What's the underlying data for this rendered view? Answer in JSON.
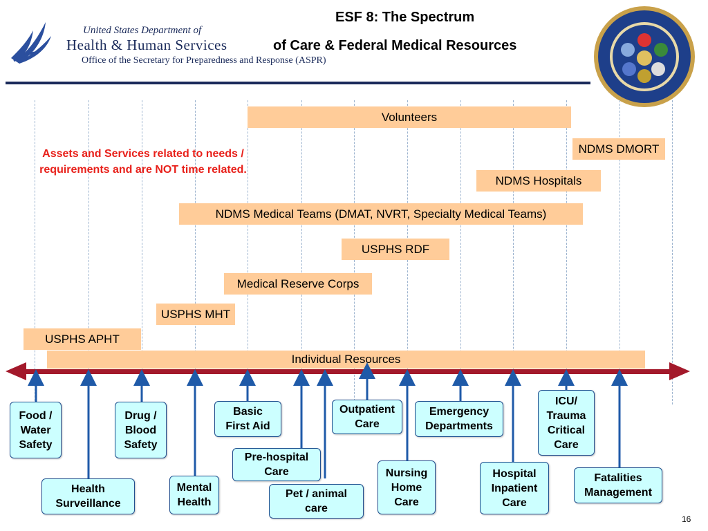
{
  "header": {
    "title_line1": "ESF 8:  The Spectrum",
    "title_line2": "of Care & Federal Medical Resources",
    "dept_line1": "United States Department of",
    "dept_line2": "Health & Human Services",
    "dept_line3": "Office of the Secretary for Preparedness and Response (ASPR)"
  },
  "note": "Assets and Services related to needs / requirements and are NOT time related.",
  "resources": [
    {
      "label": "Volunteers"
    },
    {
      "label": "NDMS DMORT"
    },
    {
      "label": "NDMS Hospitals"
    },
    {
      "label": "NDMS Medical Teams (DMAT, NVRT, Specialty Medical Teams)"
    },
    {
      "label": "USPHS RDF"
    },
    {
      "label": "Medical Reserve Corps"
    },
    {
      "label": "USPHS MHT"
    },
    {
      "label": "USPHS APHT"
    },
    {
      "label": "Individual Resources"
    }
  ],
  "care": [
    {
      "label": "Food /\nWater\nSafety"
    },
    {
      "label": "Health\nSurveillance"
    },
    {
      "label": "Drug /\nBlood\nSafety"
    },
    {
      "label": "Mental\nHealth"
    },
    {
      "label": "Basic\nFirst Aid"
    },
    {
      "label": "Pre-hospital\nCare"
    },
    {
      "label": "Pet / animal\ncare"
    },
    {
      "label": "Outpatient\nCare"
    },
    {
      "label": "Nursing\nHome\nCare"
    },
    {
      "label": "Emergency\nDepartments"
    },
    {
      "label": "Hospital\nInpatient\nCare"
    },
    {
      "label": "ICU/\nTrauma\nCritical\nCare"
    },
    {
      "label": "Fatalities\nManagement"
    }
  ],
  "page_number": "16",
  "colors": {
    "resource_fill": "#ffcc99",
    "care_fill": "#ccffff",
    "arrow": "#1f5aa8",
    "spectrum_bar": "#a3192b",
    "note_text": "#e8201a"
  }
}
